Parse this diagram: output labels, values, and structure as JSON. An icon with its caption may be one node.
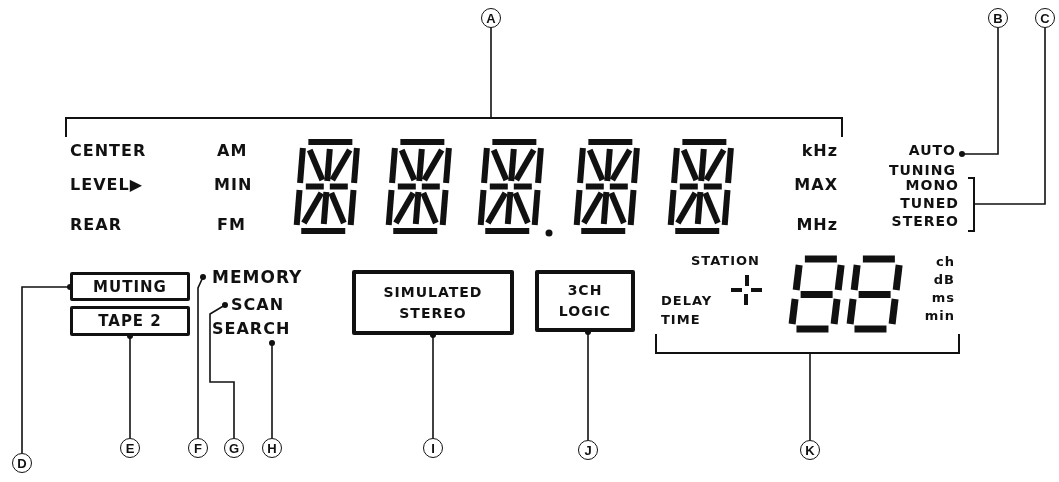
{
  "diagram": {
    "nodes": [
      {
        "text": [
          "A"
        ]
      },
      {
        "text": [
          "B"
        ]
      },
      {
        "text": [
          "C"
        ]
      },
      {
        "text": [
          "CENTER",
          "LEVEL▶",
          "REAR",
          "AM",
          "MIN",
          "FM",
          "kHz",
          "MAX",
          "MHz"
        ]
      },
      {
        "text": [
          "AUTO TUNING"
        ]
      },
      {
        "text": [
          "MONO",
          "TUNED",
          "STEREO"
        ]
      },
      {
        "text": [
          "MUTING"
        ]
      },
      {
        "text": [
          "MEMORY"
        ]
      },
      {
        "text": [
          "SIMULATED STEREO"
        ]
      },
      {
        "text": [
          "3CH LOGIC"
        ]
      },
      {
        "text": [
          "STATION",
          "DELAY TIME",
          "ch",
          "dB",
          "ms",
          "min"
        ]
      },
      {
        "text": [
          "TAPE 2"
        ]
      },
      {
        "text": [
          "SCAN"
        ]
      },
      {
        "text": [
          "SEARCH"
        ]
      },
      {
        "text": [
          "D"
        ]
      },
      {
        "text": [
          "E"
        ]
      },
      {
        "text": [
          "F"
        ]
      },
      {
        "text": [
          "G"
        ]
      },
      {
        "text": [
          "H"
        ]
      },
      {
        "text": [
          "I"
        ]
      },
      {
        "text": [
          "J"
        ]
      },
      {
        "text": [
          "K"
        ]
      }
    ],
    "edges": [
      {
        "from": 0,
        "to": 3,
        "arrow": "none"
      },
      {
        "from": 1,
        "to": 4,
        "arrow": "other"
      },
      {
        "from": 2,
        "to": 5,
        "arrow": "none"
      },
      {
        "from": 14,
        "to": 6,
        "arrow": "other"
      },
      {
        "from": 15,
        "to": 11,
        "arrow": "other"
      },
      {
        "from": 16,
        "to": 7,
        "arrow": "other"
      },
      {
        "from": 17,
        "to": 12,
        "arrow": "other"
      },
      {
        "from": 18,
        "to": 13,
        "arrow": "other"
      },
      {
        "from": 19,
        "to": 8,
        "arrow": "other"
      },
      {
        "from": 20,
        "to": 9,
        "arrow": "other"
      },
      {
        "from": 21,
        "to": 10,
        "arrow": "none"
      }
    ]
  }
}
